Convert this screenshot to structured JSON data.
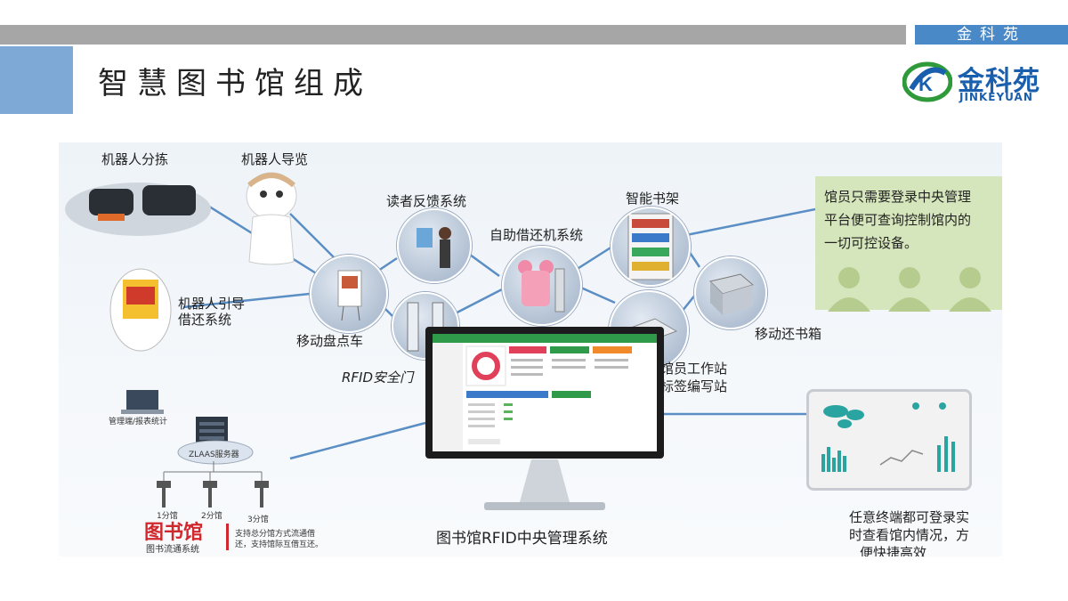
{
  "header": {
    "brand_tag": "金科苑",
    "title": "智慧图书馆组成",
    "logo_name": "金科苑",
    "logo_pinyin": "JINKEYUAN"
  },
  "diagram": {
    "nodes": {
      "robot_sorting": "机器人分拣",
      "robot_guide": "机器人导览",
      "robot_lead_line1": "机器人引导",
      "robot_lead_line2": "借还系统",
      "mobile_inventory_cart": "移动盘点车",
      "reader_feedback": "读者反馈系统",
      "rfid_gate": "RFID安全门",
      "self_checkout": "自助借还机系统",
      "smart_shelf": "智能书架",
      "mobile_return_box": "移动还书箱",
      "staff_station_line1": "馆员工作站",
      "staff_station_line2": "标签编写站",
      "central_system": "图书馆RFID中央管理系统"
    },
    "info_box": {
      "line1": "馆员只需要登录中央管理",
      "line2": "平台便可查询控制馆内的",
      "line3": "一切可控设备。"
    },
    "terminal_text": {
      "line1": "任意终端都可登录实",
      "line2": "时查看馆内情况，方",
      "line3": "便快捷高效"
    },
    "network": {
      "management": "管理端/报表统计",
      "server": "ZLAAS服务器",
      "branch1": "1分馆",
      "branch2": "2分馆",
      "branch3": "3分馆",
      "library_big": "图书馆",
      "library_sub": "图书流通系统",
      "support_line1": "支持总分馆方式流通借",
      "support_line2": "还，支持馆际互借互还。"
    }
  },
  "colors": {
    "accent_blue": "#4a89c8",
    "header_gray": "#a6a6a6",
    "info_green": "#d6e6bc",
    "line_blue": "#5a8ec4"
  }
}
